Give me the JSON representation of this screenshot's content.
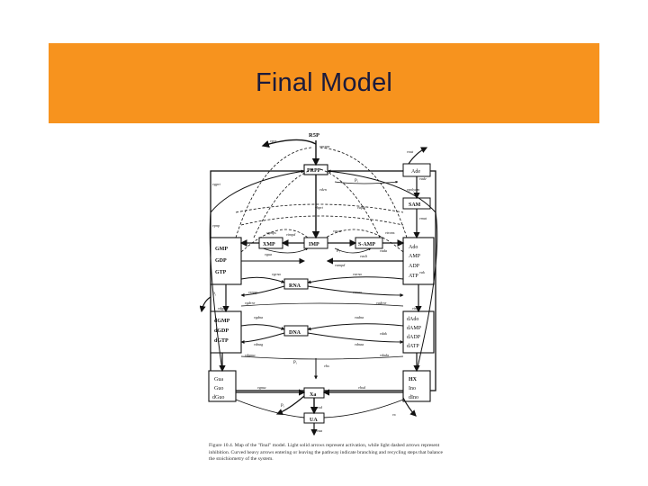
{
  "slide": {
    "title": "Final Model",
    "banner_color": "#f7931e",
    "title_color": "#1a1a3c"
  },
  "diagram": {
    "nodes": {
      "r5p": "R5P",
      "prpp": "PRPP",
      "sam": "SAM",
      "adk": "Ade",
      "xmp": "XMP",
      "imp": "IMP",
      "samp": "S-AMP",
      "gmp": "GMP",
      "gdp": "GDP",
      "gtp": "GTP",
      "ado": "Ado",
      "amp": "AMP",
      "adp": "ADP",
      "atp": "ATP",
      "rna": "RNA",
      "dgmp": "dGMP",
      "dgdp": "dGDP",
      "dgtp": "dGTP",
      "dado": "dAdo",
      "damp": "dAMP",
      "dadp": "dADP",
      "datp": "dATP",
      "dna": "DNA",
      "gua": "Gua",
      "guo": "Guo",
      "dguo": "dGuo",
      "hx": "HX",
      "ino": "Ino",
      "dino": "dIno",
      "xa": "Xa",
      "ua": "UA"
    },
    "labels": {
      "pi1": "Pᵢ",
      "pi2": "Pᵢ",
      "pi3": "Pᵢ",
      "pi4": "Pᵢ",
      "pi5": "Pᵢ",
      "v_prpps": "vprpps",
      "v_pyr": "vpyr",
      "v_aprt": "vaprt",
      "v_gprt": "vgprt",
      "v_hprt": "vhprt",
      "v_den": "vden",
      "v_trans": "vtrans",
      "v_mat": "vmat",
      "v_impd": "vimpd",
      "v_gmps": "vgmps",
      "v_asuc": "vasuc",
      "v_asli": "vasli",
      "v_ampd": "vampd",
      "v_ada": "vada",
      "v_ak": "vak",
      "v_rnag": "vrnag",
      "v_rnaa": "vrnaa",
      "v_grna": "vgrna",
      "v_arna": "varna",
      "v_dgnuc": "vdgnuc",
      "v_dnag": "vdnag",
      "v_dnaa": "vdnaa",
      "v_gdna": "vgdna",
      "v_adna": "vadna",
      "v_gnuc": "vgnuc",
      "v_gua": "vgua",
      "v_xd": "vxd",
      "v_hx": "vhx",
      "v_ua": "vua",
      "v_pnp": "vpnp",
      "v_hxd": "vhxd",
      "v_x": "vx",
      "v_dgk": "vdgk",
      "v_dak": "vdak",
      "v_adrnr": "vadrnr",
      "v_gdrnr": "vgdrnr",
      "v_dada": "vdada",
      "v_inuc": "vinuc",
      "v_polyam": "vpolyam",
      "v_out": "vout",
      "v_ade": "vade"
    },
    "caption": "Figure 10.4.  Map of the \"final\" model. Light solid arrows represent activation, while light dashed arrows represent inhibition. Curved heavy arrows entering or leaving the pathway indicate branching and recycling steps that balance the stoichiometry of the system."
  }
}
